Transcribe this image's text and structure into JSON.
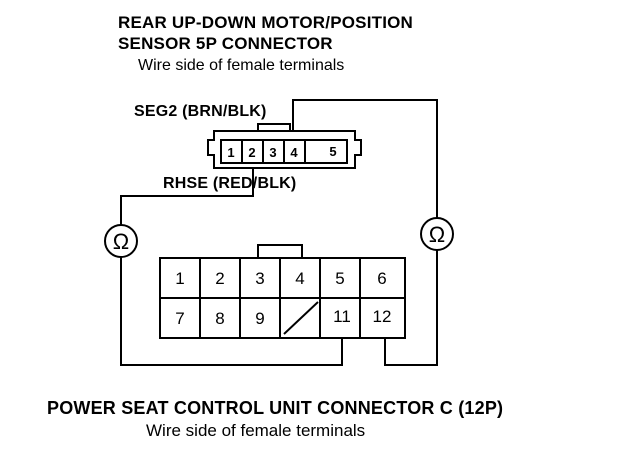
{
  "sensor_connector": {
    "title_line1": "REAR UP-DOWN MOTOR/POSITION",
    "title_line2": "SENSOR 5P CONNECTOR",
    "subtitle": "Wire side of female terminals",
    "terminals": [
      "1",
      "2",
      "3",
      "4",
      "5"
    ]
  },
  "wire_labels": {
    "seg2": "SEG2 (BRN/BLK)",
    "rhse": "RHSE (RED/BLK)"
  },
  "meter_symbol": "Ω",
  "control_unit_connector": {
    "title": "POWER SEAT CONTROL UNIT CONNECTOR C (12P)",
    "subtitle": "Wire side of female terminals",
    "terminals_row1": [
      "1",
      "2",
      "3",
      "4",
      "5",
      "6"
    ],
    "terminals_row2": [
      "7",
      "8",
      "9",
      "",
      "11",
      "12"
    ]
  }
}
